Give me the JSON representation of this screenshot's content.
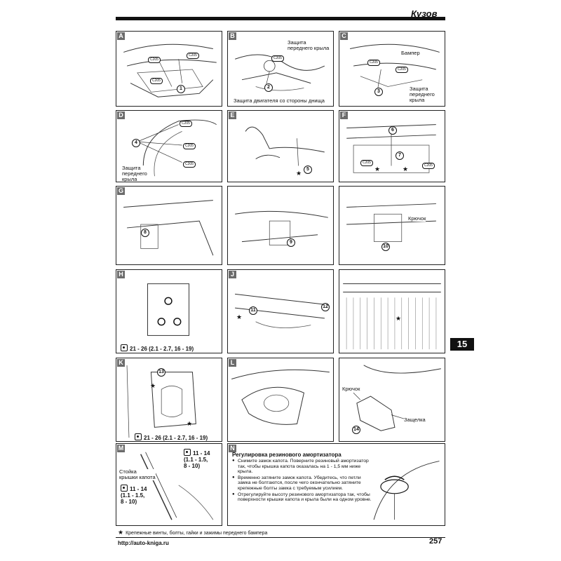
{
  "header": {
    "title": "Кузов"
  },
  "side_tab": "15",
  "panels": {
    "A": {
      "letter": "A",
      "callouts": [
        "1"
      ],
      "clips": [
        "C205",
        "C205",
        "C205"
      ]
    },
    "B": {
      "letter": "B",
      "label_fender_guard": "Защита\nпереднего крыла",
      "label_engine_guard": "Защита двигателя со стороны днища",
      "callouts": [
        "2"
      ],
      "clips": [
        "C205"
      ]
    },
    "C": {
      "letter": "C",
      "label_bumper": "Бампер",
      "label_fender_guard": "Защита\nпереднего\nкрыла",
      "callouts": [
        "3"
      ],
      "clips": [
        "C205",
        "C205"
      ]
    },
    "D": {
      "letter": "D",
      "label_fender_guard": "Защита\nпереднего\nкрыла",
      "callouts": [
        "4"
      ],
      "clips": [
        "C205",
        "C205",
        "C205"
      ]
    },
    "E": {
      "letter": "E",
      "callouts": [
        "5"
      ]
    },
    "F": {
      "letter": "F",
      "callouts": [
        "6",
        "7"
      ],
      "clips": [
        "C205",
        "C205"
      ]
    },
    "G": {
      "letter": "G",
      "label_hook": "Крючок",
      "callouts": [
        "8",
        "9",
        "10"
      ]
    },
    "H": {
      "letter": "H",
      "torque": "21 - 26 (2.1 - 2.7, 16 - 19)"
    },
    "J": {
      "letter": "J",
      "callouts": [
        "11",
        "12"
      ]
    },
    "K": {
      "letter": "K",
      "torque": "21 - 26 (2.1 - 2.7, 16 - 19)",
      "callouts": [
        "13"
      ]
    },
    "L": {
      "letter": "L",
      "label_hook": "Крючок",
      "label_latch": "Защелка",
      "callouts": [
        "14"
      ]
    },
    "M": {
      "letter": "M",
      "label_strut": "Стойка\nкрышки капота",
      "torque_top": "11 - 14\n(1.1 - 1.5,\n8 - 10)",
      "torque_left": "11 - 14\n(1.1 - 1.5,\n8 - 10)"
    },
    "N": {
      "letter": "N",
      "title": "Регулировка резинового амортизатора",
      "bullets": [
        "Снимите замок капота. Поверните резиновый амортизатор так, чтобы крышка капота оказалась на 1 - 1,5 мм ниже крыла.",
        "Временно затяните замок капота. Убедитесь, что петли замка не болтаются, после чего окончательно затяните крепежные болты замка с требуемым усилием.",
        "Отрегулируйте высоту резинового амортизатора так, чтобы поверхности крышки капота и крыла были на одном уровне."
      ]
    }
  },
  "footnote": "Крепежные винты, болты, гайки и зажимы переднего бампера",
  "footer": {
    "site": "http://auto-kniga.ru",
    "page_number": "257"
  }
}
